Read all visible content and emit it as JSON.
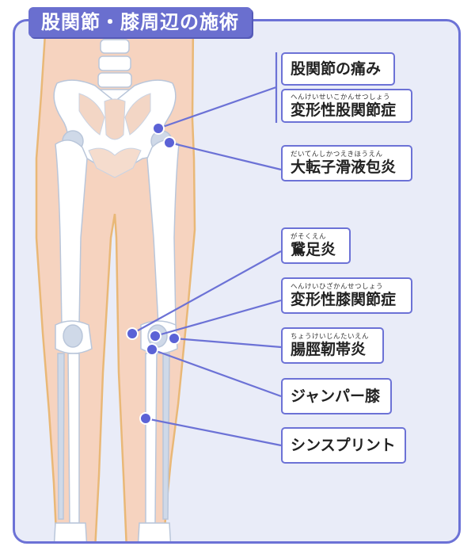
{
  "title": "股関節・膝周辺の施術",
  "colors": {
    "frame": "#6c72d6",
    "frame_bg": "#e9ecf8",
    "skin": "#f6d3bf",
    "bone": "#ffffff",
    "bone_shade": "#cfd9e8",
    "leader": "#6c72d6",
    "dot": "#5b62d6"
  },
  "labels": [
    {
      "id": "hip-pain",
      "ruby": "",
      "text": "股関節の痛み"
    },
    {
      "id": "hip-oa",
      "ruby": "へんけいせいこかんせつしょう",
      "text": "変形性股関節症"
    },
    {
      "id": "trochanteric-bursitis",
      "ruby": "だいてんしかつえきほうえん",
      "text": "大転子滑液包炎"
    },
    {
      "id": "pes-anserine",
      "ruby": "がそくえん",
      "text": "鵞足炎"
    },
    {
      "id": "knee-oa",
      "ruby": "へんけいひざかんせつしょう",
      "text": "変形性膝関節症"
    },
    {
      "id": "it-band",
      "ruby": "ちょうけいじんたいえん",
      "text": "腸脛靭帯炎"
    },
    {
      "id": "jumpers-knee",
      "ruby": "",
      "text": "ジャンパー膝"
    },
    {
      "id": "shin-splints",
      "ruby": "",
      "text": "シンスプリント"
    }
  ]
}
